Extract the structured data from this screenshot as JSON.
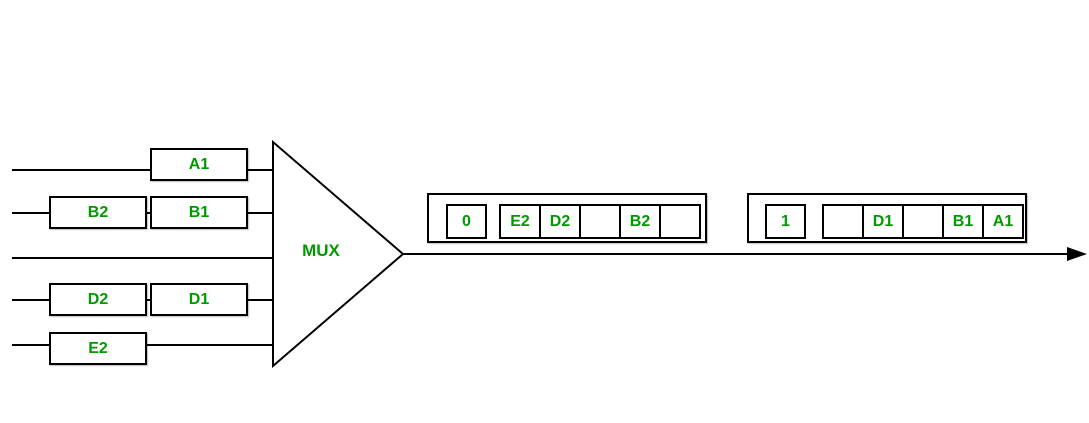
{
  "diagram": {
    "mux_label": "MUX",
    "inputs": [
      {
        "boxes": [
          {
            "label": "A1"
          }
        ]
      },
      {
        "boxes": [
          {
            "label": "B2"
          },
          {
            "label": "B1"
          }
        ]
      },
      {
        "boxes": []
      },
      {
        "boxes": [
          {
            "label": "D2"
          },
          {
            "label": "D1"
          }
        ]
      },
      {
        "boxes": [
          {
            "label": "E2"
          }
        ]
      }
    ],
    "frames": [
      {
        "number": "0",
        "slots": [
          "E2",
          "D2",
          "",
          "B2",
          ""
        ]
      },
      {
        "number": "1",
        "slots": [
          "",
          "D1",
          "",
          "B1",
          "A1"
        ]
      }
    ],
    "colors": {
      "label_green": "#009900",
      "line_black": "#000000",
      "background": "#ffffff"
    }
  }
}
